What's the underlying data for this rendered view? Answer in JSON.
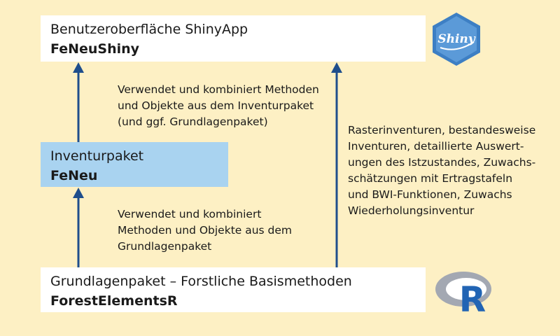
{
  "boxes": {
    "top": {
      "title": "Benutzeroberfläche ShinyApp",
      "name": "FeNeuShiny"
    },
    "middle": {
      "title": "Inventurpaket",
      "name": "FeNeu"
    },
    "bottom": {
      "title": "Grundlagenpaket – Forstliche Basismethoden",
      "name": "ForestElementsR"
    }
  },
  "notes": {
    "upper": [
      "Verwendet und kombiniert Methoden",
      "und Objekte aus dem Inventurpaket",
      "(und ggf. Grundlagenpaket)"
    ],
    "lower": [
      "Verwendet und kombiniert",
      "Methoden und Objekte aus dem",
      "Grundlagenpaket"
    ],
    "right": [
      "Rasterinventuren, bestandesweise",
      "Inventuren, detaillierte Auswert-",
      "ungen des Istzustandes, Zuwachs-",
      "schätzungen mit Ertragstafeln",
      "und BWI-Funktionen, Zuwachs",
      "Wiederholungsinventur"
    ]
  },
  "logos": {
    "shiny": {
      "text": "Shiny",
      "icon": "shiny-hex-logo"
    },
    "r": {
      "text": "R",
      "icon": "r-logo"
    }
  },
  "colors": {
    "background": "#fdf0c4",
    "box_white": "#ffffff",
    "box_blue": "#a9d3f0",
    "arrow": "#1f4e8c",
    "shiny_blue": "#4a8ed0",
    "r_blue": "#2164b4",
    "r_gray": "#9ea3ad"
  }
}
